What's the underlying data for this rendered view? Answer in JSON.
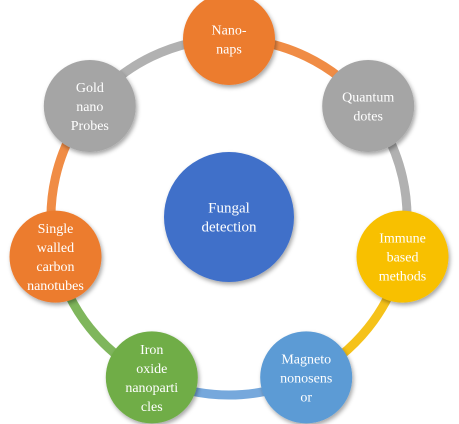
{
  "center": {
    "lines": [
      "Fungal",
      "detection"
    ],
    "color": "#3f6fc9"
  },
  "nodes": [
    {
      "id": "nano-naps",
      "lines": [
        "Nano-",
        "naps"
      ],
      "color": "#ec7b2f",
      "ring": "#f08c45"
    },
    {
      "id": "quantum-dotes",
      "lines": [
        "Quantum",
        "dotes"
      ],
      "color": "#a5a5a5",
      "ring": "#b1b1b1"
    },
    {
      "id": "immune-based-methods",
      "lines": [
        "Immune",
        "based",
        "methods"
      ],
      "color": "#f8c000",
      "ring": "#f5c21a"
    },
    {
      "id": "magneto-nonosensor",
      "lines": [
        "Magneto",
        "nonosens",
        "or"
      ],
      "color": "#5b9bd5",
      "ring": "#76a8dc"
    },
    {
      "id": "iron-oxide-nanoparticles",
      "lines": [
        "Iron",
        "oxide",
        "nanoparti",
        "cles"
      ],
      "color": "#70ad47",
      "ring": "#7fb65c"
    },
    {
      "id": "single-walled-carbon-nanotubes",
      "lines": [
        "Single",
        "walled",
        "carbon",
        "nanotubes"
      ],
      "color": "#ec7b2f",
      "ring": "#f08c45"
    },
    {
      "id": "gold-nano-probes",
      "lines": [
        "Gold",
        "nano",
        "Probes"
      ],
      "color": "#a5a5a5",
      "ring": "#b1b1b1"
    }
  ]
}
